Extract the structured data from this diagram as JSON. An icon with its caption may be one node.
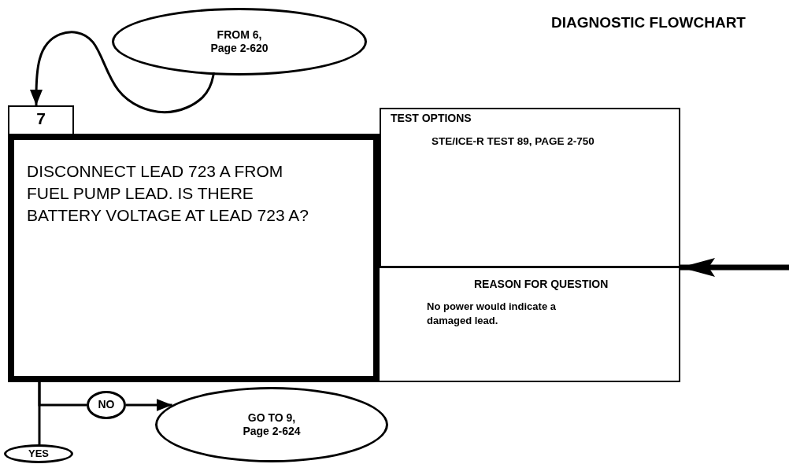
{
  "diagram": {
    "title": "DIAGNOSTIC FLOWCHART",
    "nodes": [
      {
        "text": [
          "FROM 6, Page 2-620"
        ]
      },
      {
        "text": [
          "7"
        ]
      },
      {
        "text": [
          "DISCONNECT LEAD 723 A FROM FUEL PUMP LEAD. IS THERE BATTERY VOLTAGE AT LEAD 723 A?"
        ]
      },
      {
        "text": [
          "TEST OPTIONS",
          "STE/ICE-R TEST 89, PAGE 2-750"
        ]
      },
      {
        "text": [
          "REASON FOR QUESTION",
          "No power would indicate a damaged lead."
        ]
      },
      {
        "text": [
          "NO"
        ]
      },
      {
        "text": [
          "GO TO 9, Page 2-624"
        ]
      },
      {
        "text": [
          "YES"
        ]
      }
    ],
    "edges": [
      {
        "from": 0,
        "to": 1,
        "arrow": "to"
      },
      {
        "from": 2,
        "to": 5,
        "arrow": "none"
      },
      {
        "from": 5,
        "to": 6,
        "arrow": "to"
      },
      {
        "from": 2,
        "to": 7,
        "arrow": "none"
      },
      {
        "from": null,
        "to": 3,
        "arrow": "to",
        "style": "thick"
      }
    ]
  }
}
